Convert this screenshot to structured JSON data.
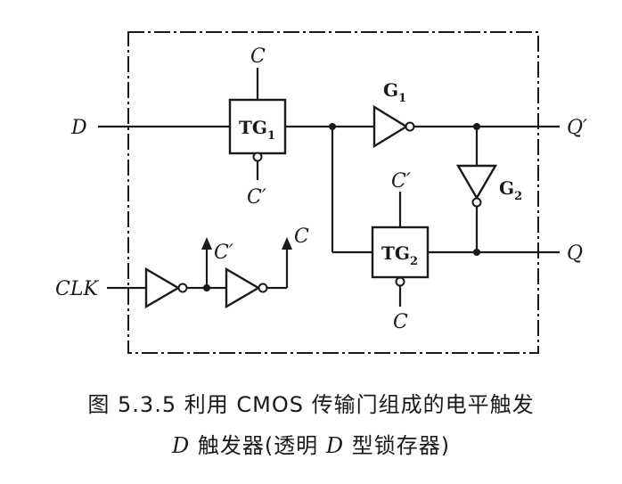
{
  "figure": {
    "caption_line1": "图 5.3.5   利用 CMOS 传输门组成的电平触发",
    "caption_line2_a": "D",
    "caption_line2_b": " 触发器(透明 ",
    "caption_line2_c": "D",
    "caption_line2_d": " 型锁存器)"
  },
  "labels": {
    "D": "D",
    "Q_prime": "Q′",
    "Q": "Q",
    "CLK": "CLK",
    "C": "C",
    "C_prime": "C′",
    "TG": "TG",
    "G": "G",
    "sub1": "1",
    "sub2": "2"
  }
}
